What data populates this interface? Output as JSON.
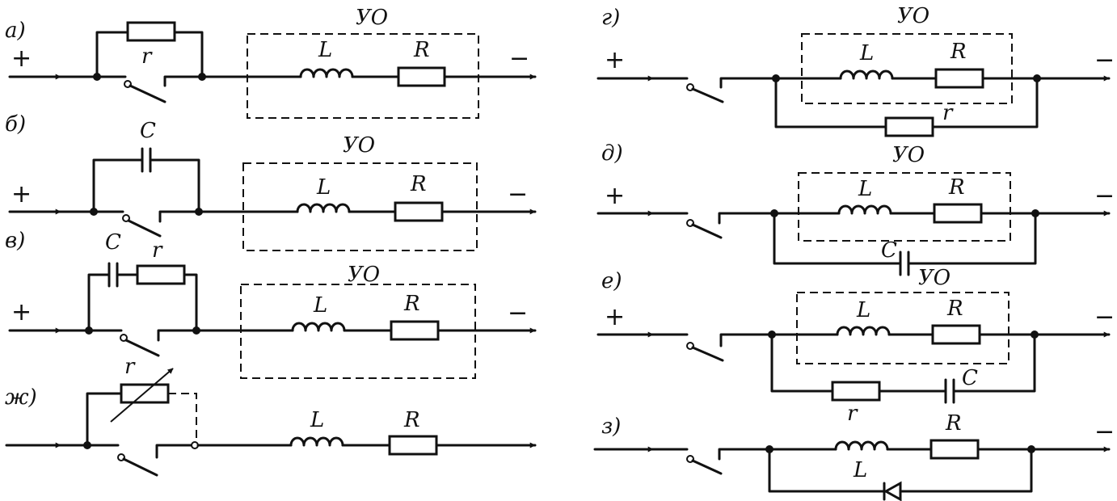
{
  "panel_labels": {
    "a": "а)",
    "b": "б)",
    "v": "в)",
    "g": "г)",
    "d": "д)",
    "e": "е)",
    "zh": "ж)",
    "z": "з)"
  },
  "component_labels": {
    "uo": "УО",
    "inductor": "L",
    "load_resistor": "R",
    "shunt_resistor": "r",
    "capacitor": "C"
  },
  "polarity": {
    "plus": "+",
    "minus": "−"
  }
}
